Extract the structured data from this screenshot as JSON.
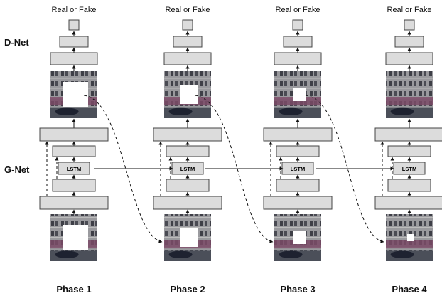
{
  "row_labels": {
    "d_net": "D-Net",
    "g_net": "G-Net"
  },
  "output_label": "Real or Fake",
  "lstm_label": "LSTM",
  "phases": [
    {
      "label": "Phase 1",
      "input_hole": "large",
      "output_hole": "large"
    },
    {
      "label": "Phase 2",
      "input_hole": "medium",
      "output_hole": "medium"
    },
    {
      "label": "Phase 3",
      "input_hole": "small",
      "output_hole": "small"
    },
    {
      "label": "Phase 4",
      "input_hole": "tiny",
      "output_hole": "none"
    }
  ],
  "colors": {
    "block_fill": "#dcdcdc",
    "block_stroke": "#444444",
    "arrow": "#111111",
    "hole": "#ffffff"
  }
}
